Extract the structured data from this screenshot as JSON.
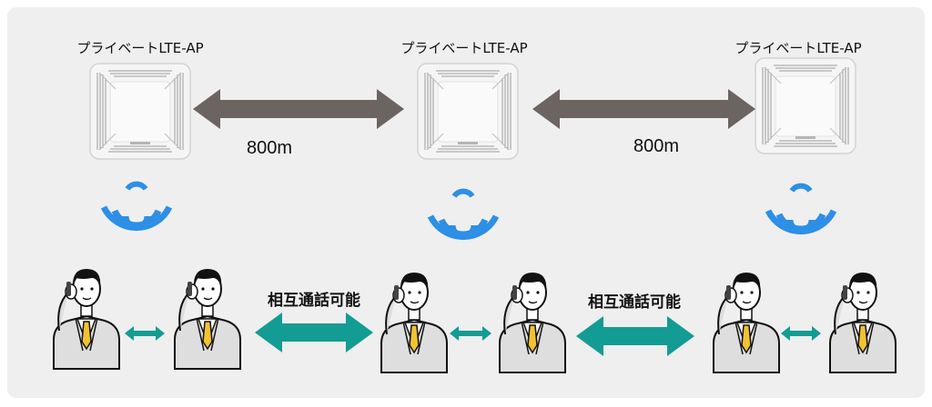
{
  "access_points": [
    {
      "label": "プライベートLTE-AP",
      "icon": "lte-access-point-icon"
    },
    {
      "label": "プライベートLTE-AP",
      "icon": "lte-access-point-icon"
    },
    {
      "label": "プライベートLTE-AP",
      "icon": "lte-access-point-icon"
    }
  ],
  "distances": [
    {
      "label": "800m"
    },
    {
      "label": "800m"
    }
  ],
  "calls": [
    {
      "label": "相互通話可能"
    },
    {
      "label": "相互通話可能"
    }
  ],
  "people_count_note": "6",
  "colors": {
    "panel_bg": "#efefef",
    "distance_arrow": "#6b6461",
    "call_arrow": "#139c94",
    "wifi": "#2d8fe6",
    "tie": "#f2c230",
    "suit": "#dcdcdc"
  },
  "icons": [
    "wifi-signal-icon",
    "businessman-on-phone-icon",
    "double-arrow-icon"
  ]
}
